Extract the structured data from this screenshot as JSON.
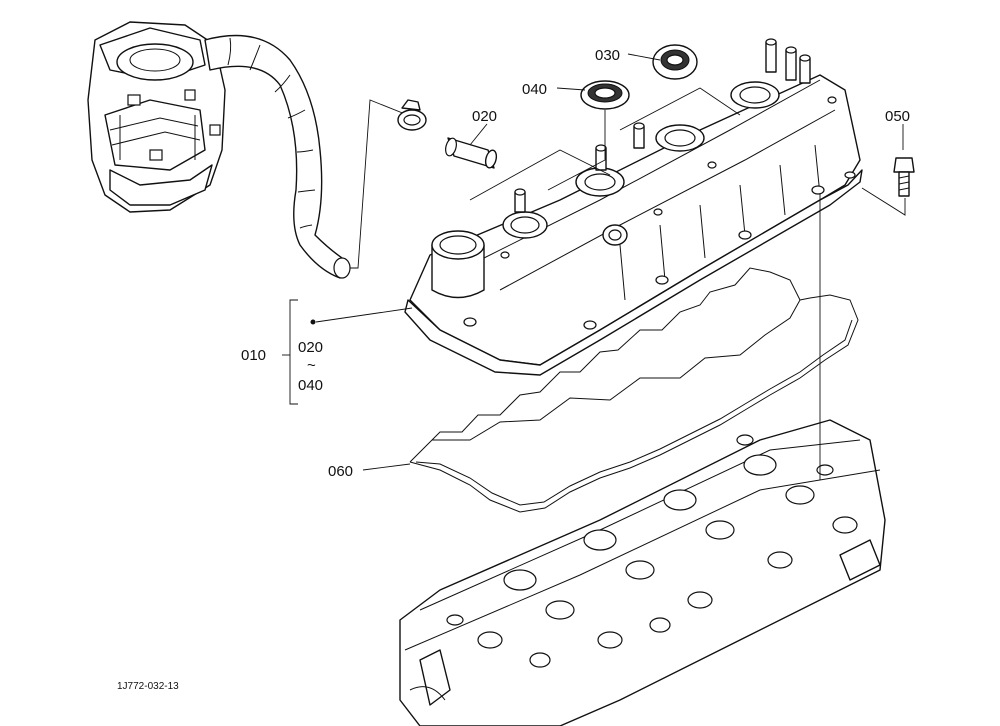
{
  "diagram": {
    "drawing_code": "1J772-032-13",
    "callouts": {
      "c010": "010",
      "c020": "020",
      "c030": "030",
      "c040": "040",
      "c050": "050",
      "c060": "060",
      "range_from": "020",
      "range_tilde": "~",
      "range_to": "040"
    }
  }
}
